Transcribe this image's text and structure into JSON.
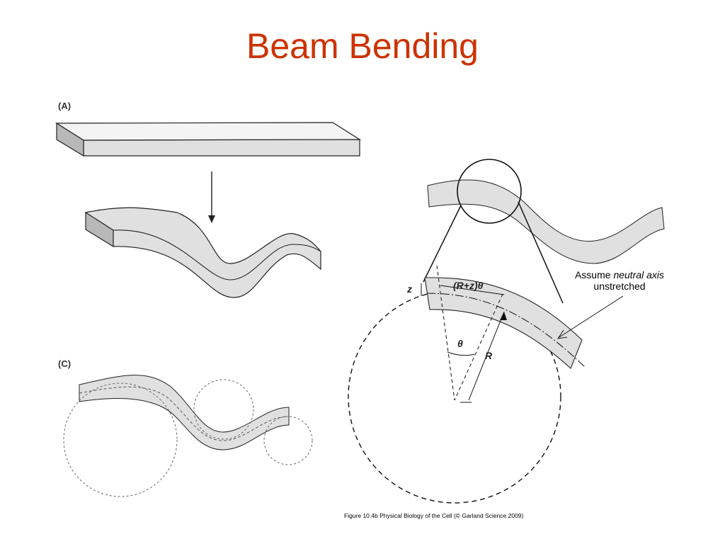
{
  "slide": {
    "title": "Beam Bending"
  },
  "panels": {
    "a_label": "(A)",
    "c_label": "(C)"
  },
  "annotation": {
    "prefix": "Assume ",
    "emphasis": "neutral axis",
    "line2": "unstretched"
  },
  "detail_labels": {
    "z": "z",
    "arc_length": "(R+z)θ",
    "theta": "θ",
    "radius": "R"
  },
  "caption": {
    "text": "Figure 10.4b  Physical Biology of the Cell (© Garland Science 2009)"
  },
  "colors": {
    "title": "#cc3300",
    "beam_fill": "#e0e0e0",
    "beam_side": "#b8b8b8",
    "stroke": "#222222"
  }
}
